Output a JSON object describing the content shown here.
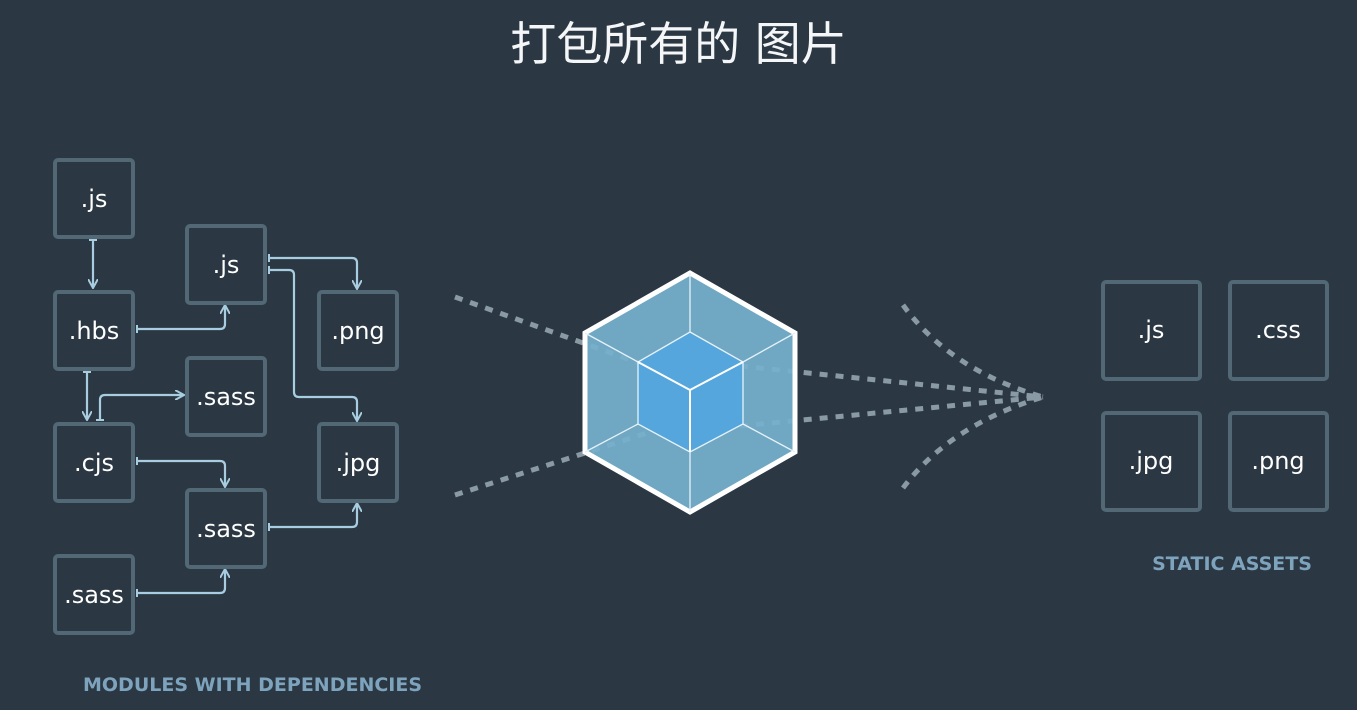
{
  "title": "打包所有的 图片",
  "modules": {
    "caption": "MODULES WITH DEPENDENCIES",
    "items": [
      ".js",
      ".hbs",
      ".cjs",
      ".sass",
      ".js",
      ".sass",
      ".sass",
      ".png",
      ".jpg"
    ]
  },
  "assets": {
    "caption": "STATIC ASSETS",
    "items": [
      ".js",
      ".css",
      ".jpg",
      ".png"
    ]
  },
  "colors": {
    "background": "#2b3843",
    "box_border": "#526875",
    "arrow": "#a9cde0",
    "cube_outer": "#75afcc",
    "cube_inner": "#55a6dc"
  }
}
